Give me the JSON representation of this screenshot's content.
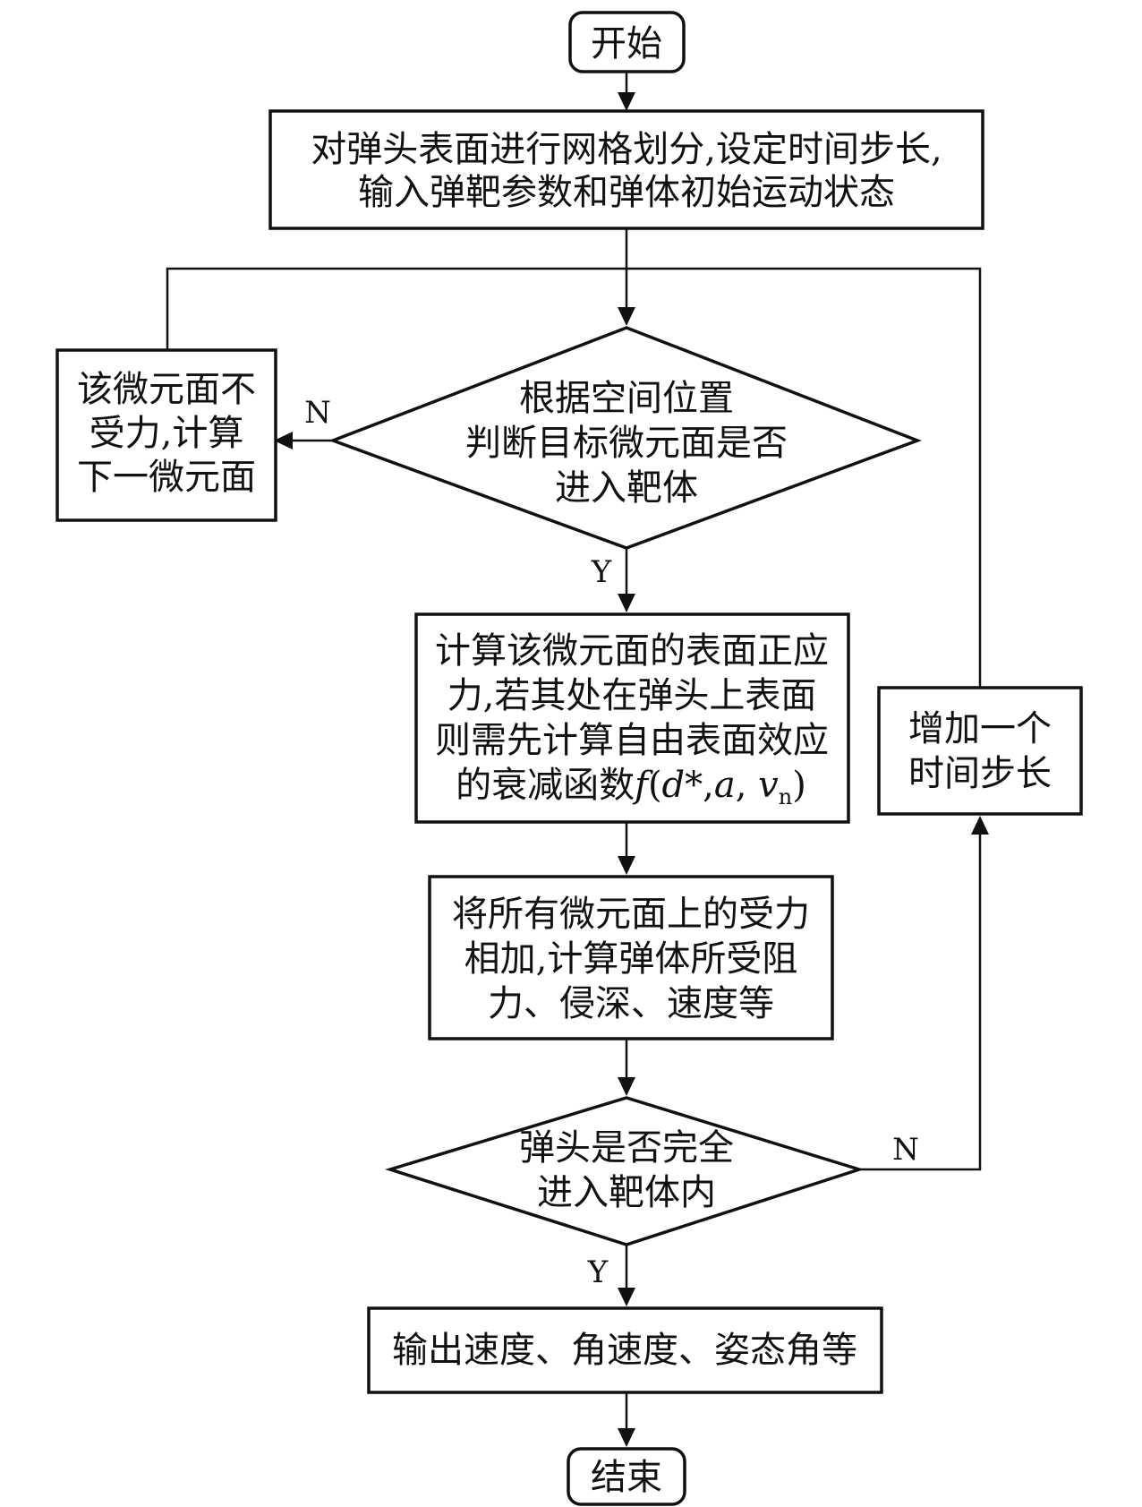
{
  "nodes": {
    "start": {
      "label": "开始"
    },
    "init": {
      "lines": [
        "对弹头表面进行网格划分,设定时间步长,",
        "输入弹靶参数和弹体初始运动状态"
      ]
    },
    "check_enter": {
      "lines": [
        "根据空间位置",
        "判断目标微元面是否",
        "进入靶体"
      ]
    },
    "no_force": {
      "lines": [
        "该微元面不",
        "受力,计算",
        "下一微元面"
      ]
    },
    "compute_stress": {
      "lines": [
        "计算该微元面的表面正应",
        "力,若其处在弹头上表面",
        "则需先计算自由表面效应"
      ],
      "last_line_prefix": "的衰减函数",
      "formula": {
        "f": "f",
        "open": "(",
        "d": "d",
        "star": "*,",
        "a": "a",
        "comma": ", ",
        "v": "v",
        "sub": "n",
        "close": ")"
      }
    },
    "sum_forces": {
      "lines": [
        "将所有微元面上的受力",
        "相加,计算弹体所受阻",
        "力、侵深、速度等"
      ]
    },
    "add_step": {
      "lines": [
        "增加一个",
        "时间步长"
      ]
    },
    "check_full": {
      "lines": [
        "弹头是否完全",
        "进入靶体内"
      ]
    },
    "output": {
      "label": "输出速度、角速度、姿态角等"
    },
    "end": {
      "label": "结束"
    }
  },
  "edge_labels": {
    "enter_no": "N",
    "enter_yes": "Y",
    "full_no": "N",
    "full_yes": "Y"
  }
}
